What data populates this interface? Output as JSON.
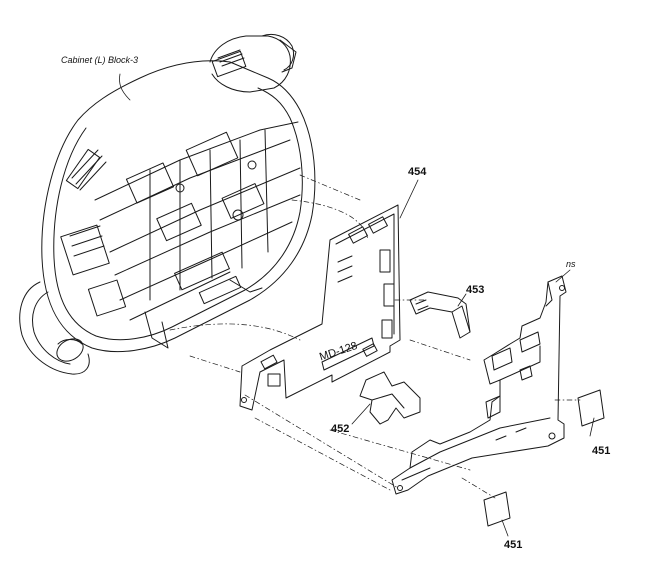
{
  "labels": {
    "cabinet": "Cabinet (L) Block-3",
    "board": "MD-128",
    "ns": "ns",
    "p454": "454",
    "p453": "453",
    "p452": "452",
    "p451a": "451",
    "p451b": "451"
  },
  "colors": {
    "line": "#1a1a1a",
    "background": "#ffffff"
  }
}
